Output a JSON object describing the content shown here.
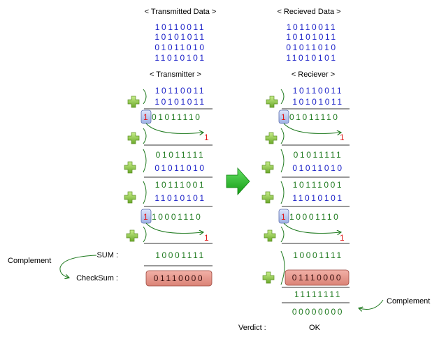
{
  "transmitter_side": {
    "header": "< Transmitted Data >",
    "data_words": [
      "10110011",
      "10101011",
      "01011010",
      "11010101"
    ],
    "section_label": "< Transmitter >",
    "sum_label": "SUM :",
    "checksum_label": "CheckSum :",
    "complement_label": "Complement",
    "steps": {
      "a1": "10110011",
      "b1": "10101011",
      "carry1": "1",
      "r1": "01011110",
      "c1": "1",
      "r2": "01011111",
      "b2": "01011010",
      "r3": "10111001",
      "b3": "11010101",
      "carry2": "1",
      "r4": "10001110",
      "c2": "1",
      "sum": "10001111",
      "checksum": "01110000"
    }
  },
  "receiver_side": {
    "header": "< Recieved Data >",
    "data_words": [
      "10110011",
      "10101011",
      "01011010",
      "11010101"
    ],
    "section_label": "< Reciever >",
    "complement_label": "Complement",
    "steps": {
      "a1": "10110011",
      "b1": "10101011",
      "carry1": "1",
      "r1": "01011110",
      "c1": "1",
      "r2": "01011111",
      "b2": "01011010",
      "r3": "10111001",
      "b3": "11010101",
      "carry2": "1",
      "r4": "10001110",
      "c2": "1",
      "sum": "10001111",
      "checksum": "01110000",
      "total": "11111111",
      "result": "00000000"
    }
  },
  "verdict": {
    "label": "Verdict :",
    "value": "OK"
  },
  "colors": {
    "data_bits": "#1c22c8",
    "result_bits": "#1f7a1f",
    "carry": "#e01818",
    "checksum_box": "#e8968c",
    "carry_box": "#b8c6ec",
    "plus": "#8cc63f",
    "arrow": "#22b422",
    "connector": "#1f7a1f"
  },
  "icons": {
    "plus": "plus-icon",
    "arrow": "right-arrow-icon"
  }
}
